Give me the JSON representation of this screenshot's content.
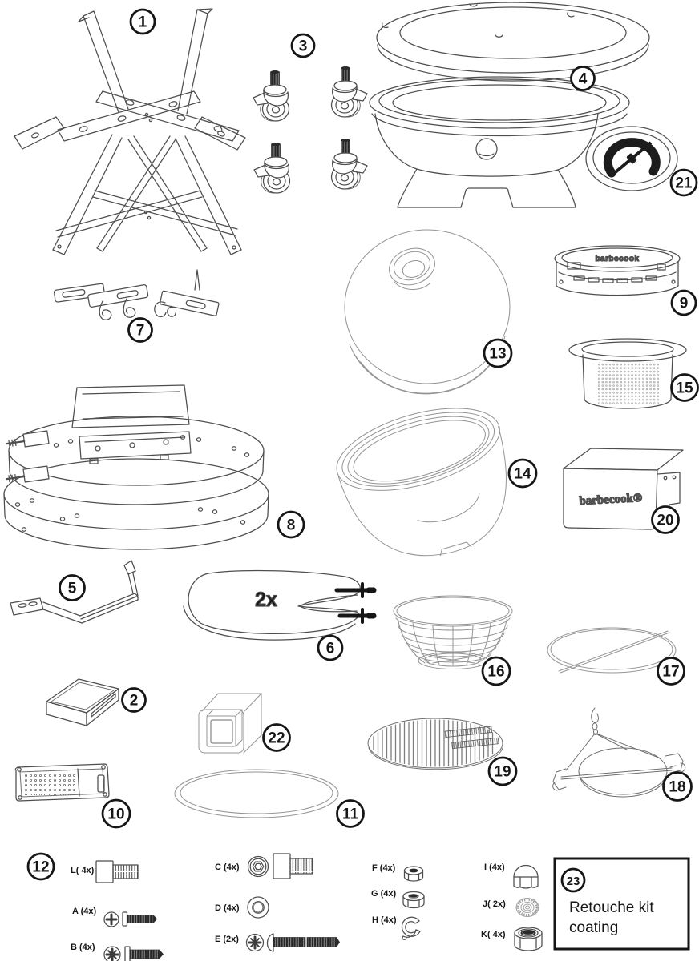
{
  "figure": {
    "background": "#ffffff",
    "line_color": "#4e4e4e",
    "light_line_color": "#949494",
    "label_color": "#161616"
  },
  "part_labels": {
    "p1": "1",
    "p2": "2",
    "p3": "3",
    "p4": "4",
    "p5": "5",
    "p6": "6",
    "p7": "7",
    "p8": "8",
    "p9": "9",
    "p10": "10",
    "p11": "11",
    "p12": "12",
    "p13": "13",
    "p14": "14",
    "p15": "15",
    "p16": "16",
    "p17": "17",
    "p18": "18",
    "p19": "19",
    "p20": "20",
    "p21": "21",
    "p22": "22",
    "p23": "23"
  },
  "annotations": {
    "shelf_quantity": "2x",
    "vent_brand": "barbecook",
    "box_brand": "barbecook®",
    "retouche_line1": "Retouche kit",
    "retouche_line2": "coating"
  },
  "hardware": {
    "L": "L( 4x)",
    "A": "A (4x)",
    "B": "B (4x)",
    "C": "C (4x)",
    "D": "D (4x)",
    "E": "E (2x)",
    "F": "F (4x)",
    "G": "G (4x)",
    "H": "H (4x)",
    "I": "I (4x)",
    "J": "J( 2x)",
    "K": "K( 4x)"
  }
}
